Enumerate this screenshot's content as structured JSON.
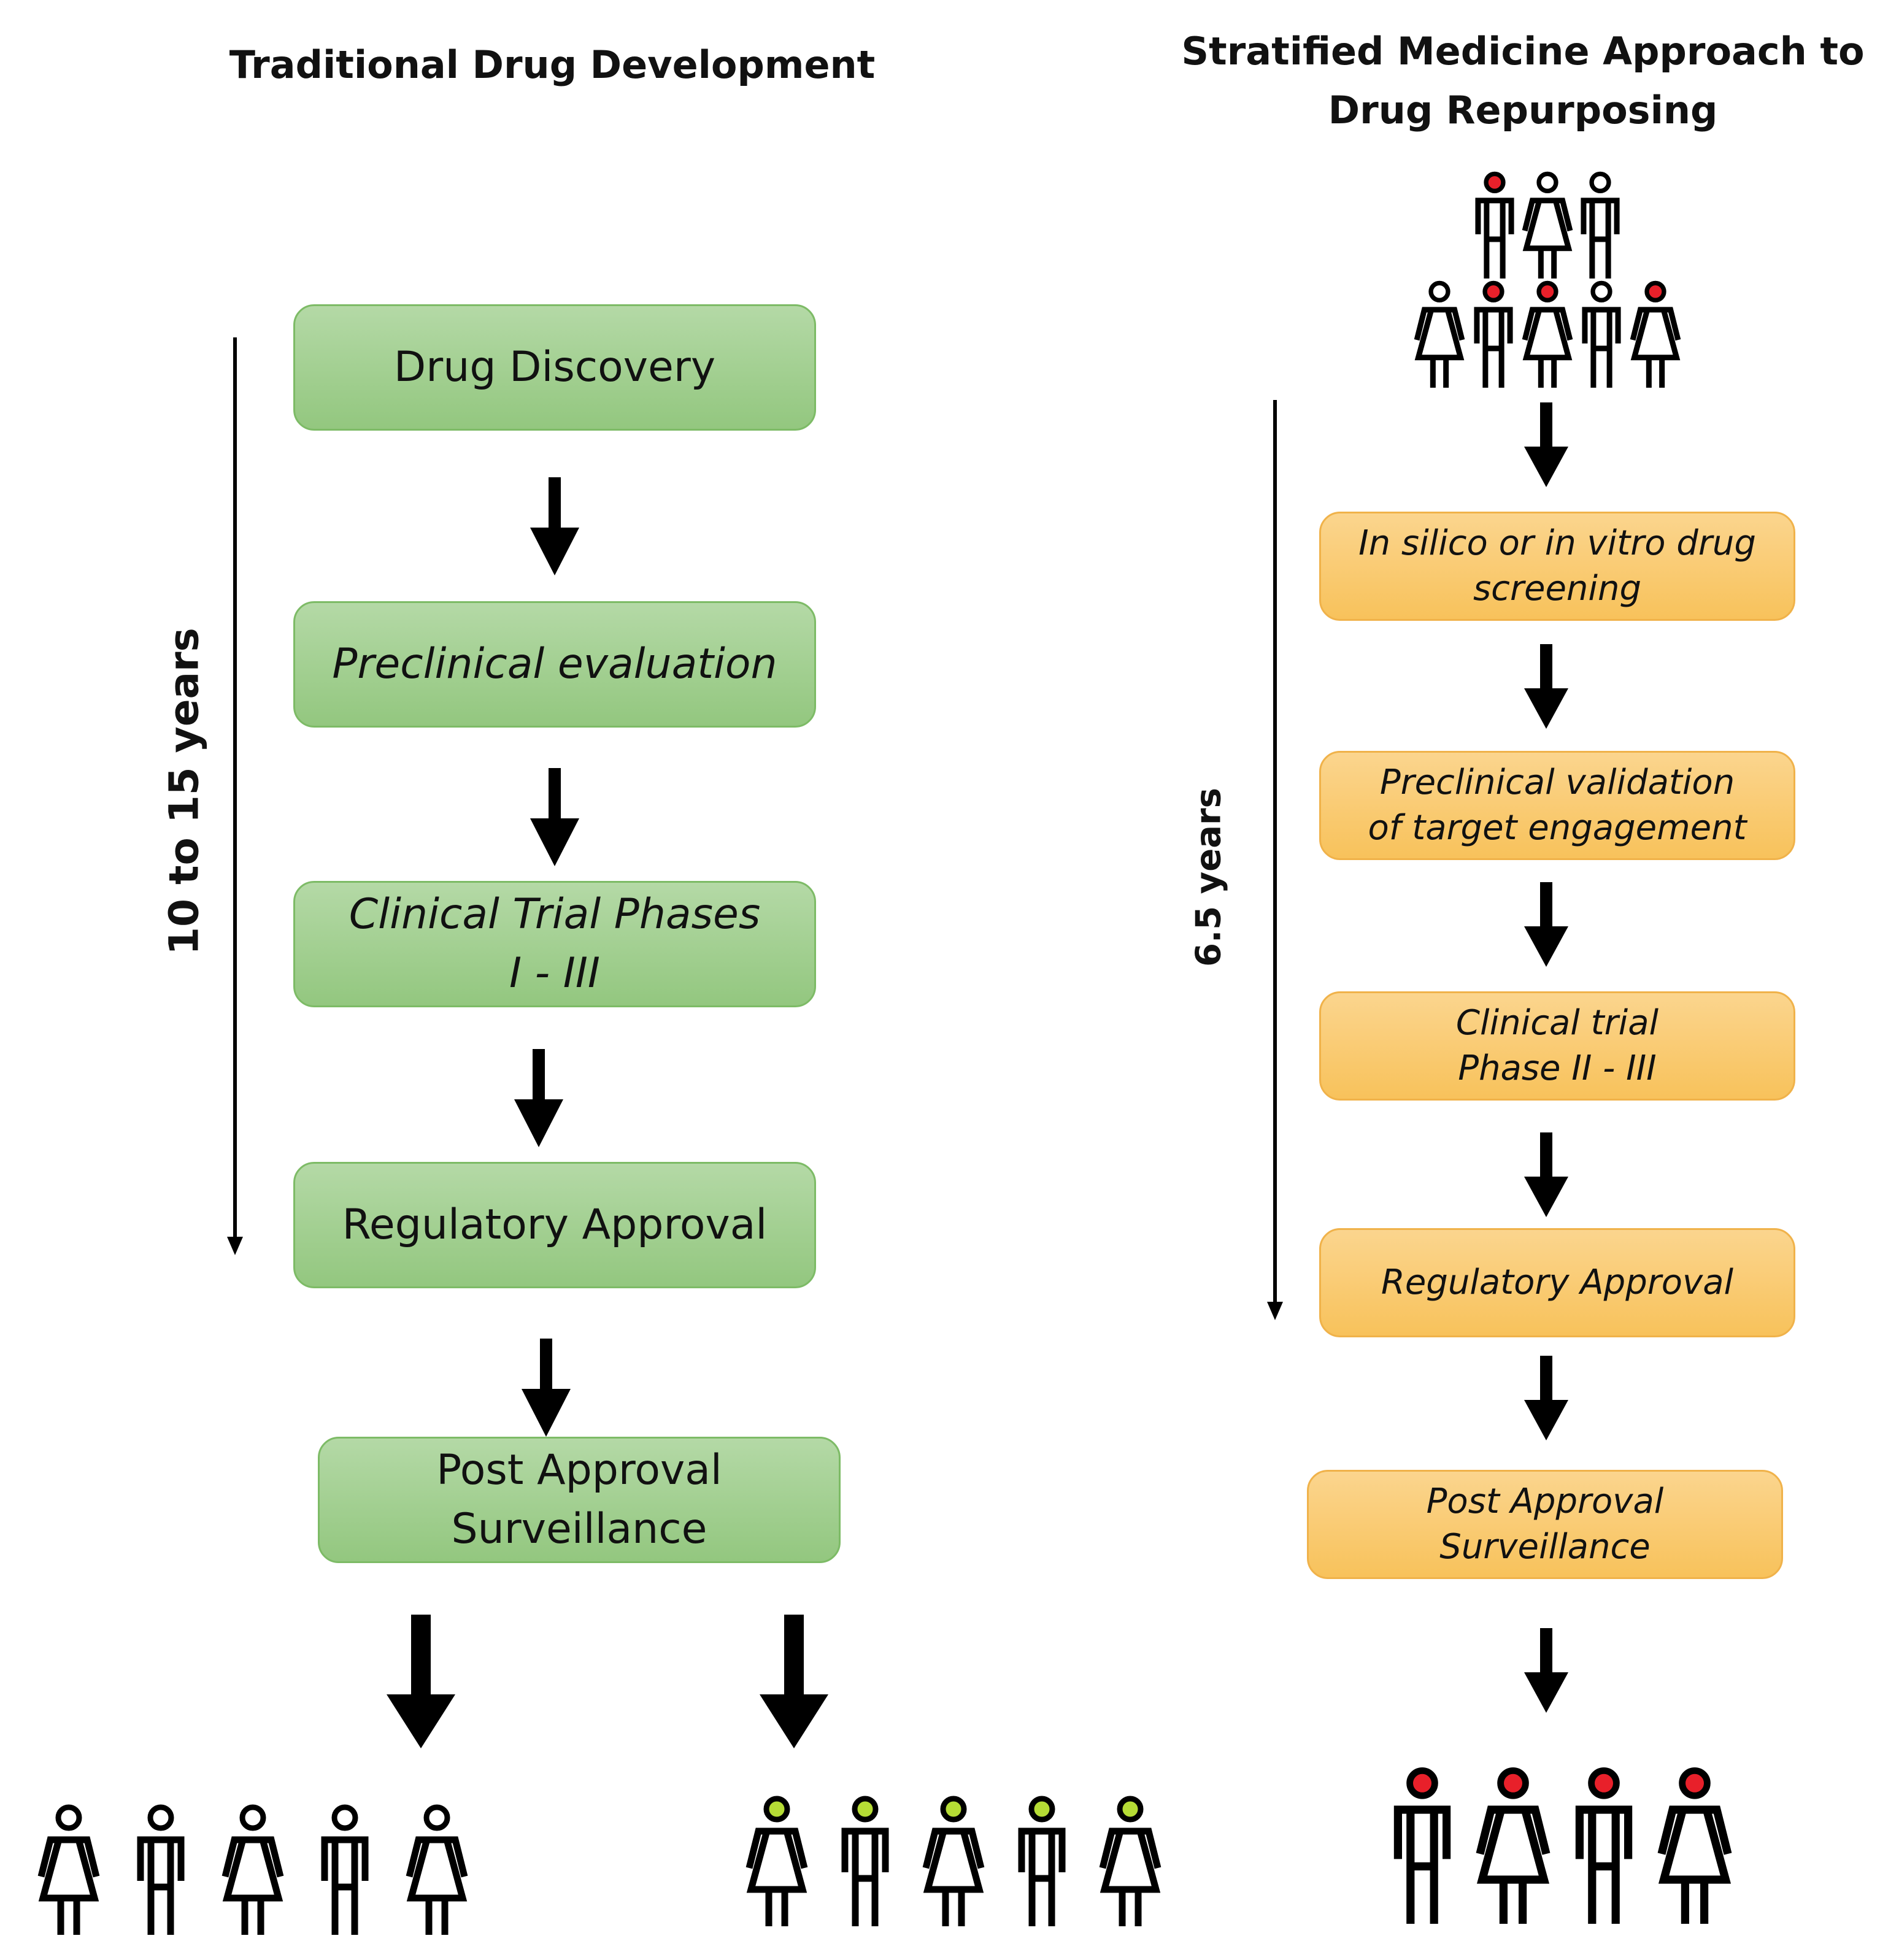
{
  "traditional": {
    "title": "Traditional Drug Development",
    "duration": "10 to 15 years",
    "steps": [
      {
        "label": "Drug Discovery"
      },
      {
        "label": "Preclinical evaluation"
      },
      {
        "label": "Clinical Trial Phases\nI - III"
      },
      {
        "label": "Regulatory Approval"
      },
      {
        "label": "Post Approval\nSurveillance"
      }
    ],
    "outcome_groups": [
      {
        "figures": [
          "female",
          "male",
          "female",
          "male",
          "female"
        ],
        "head_color": "#ffffff"
      },
      {
        "figures": [
          "female",
          "male",
          "female",
          "male",
          "female"
        ],
        "head_color": "#b5dc35"
      }
    ]
  },
  "stratified": {
    "title": "Stratified Medicine Approach to\nDrug Repurposing",
    "duration": "6.5 years",
    "population": {
      "row1": [
        {
          "type": "male",
          "head_color": "#e8202a"
        },
        {
          "type": "female",
          "head_color": "#ffffff"
        },
        {
          "type": "male",
          "head_color": "#ffffff"
        }
      ],
      "row2": [
        {
          "type": "female",
          "head_color": "#ffffff"
        },
        {
          "type": "male",
          "head_color": "#e8202a"
        },
        {
          "type": "female",
          "head_color": "#e8202a"
        },
        {
          "type": "male",
          "head_color": "#ffffff"
        },
        {
          "type": "female",
          "head_color": "#e8202a"
        }
      ]
    },
    "steps": [
      {
        "label": "In silico or in vitro drug\nscreening"
      },
      {
        "label": "Preclinical validation\nof  target engagement"
      },
      {
        "label": "Clinical trial\nPhase II - III"
      },
      {
        "label": "Regulatory Approval"
      },
      {
        "label": "Post Approval\nSurveillance"
      }
    ],
    "outcome_group": {
      "figures": [
        "male",
        "female",
        "male",
        "female"
      ],
      "head_color": "#e8202a"
    }
  },
  "colors": {
    "green_box": "#9fcf8c",
    "orange_box": "#f9c968",
    "selected_red": "#e8202a",
    "responder_green": "#b5dc35",
    "arrow": "#000000"
  }
}
